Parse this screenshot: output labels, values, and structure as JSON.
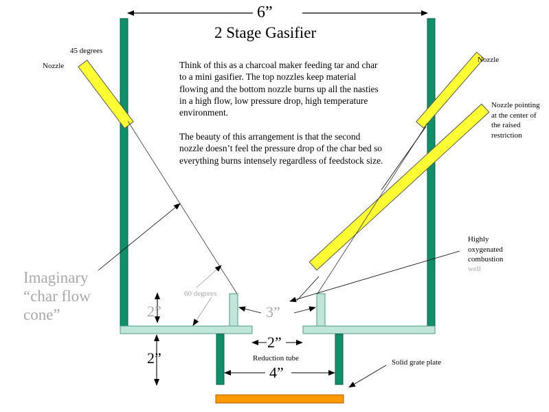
{
  "title": "2 Stage Gasifier",
  "description": {
    "p1": "Think of this as a charcoal maker feeding tar and char to a mini gasifier.  The top nozzles keep material flowing and the bottom nozzle burns up all the nasties in a high flow, low pressure drop, high temperature environment.",
    "p2": "The beauty of this arrangement is that the second nozzle doesn’t feel the pressure drop of the char bed so everything burns intensely regardless of feedstock size."
  },
  "dimensions": {
    "top_width": "6”",
    "well_height": "2”",
    "well_gap": "3”",
    "tube_height": "2”",
    "tube_inner": "2”",
    "tube_outer": "4”"
  },
  "labels": {
    "angle_45": "45 degrees",
    "nozzle_left": "Nozzle",
    "nozzle_right": "Nozzle",
    "nozzle_center": "Nozzle pointing at the center of the raised restriction",
    "oxygenated": "Highly oxygenated combustion",
    "oxygenated_tail": "well",
    "angle_60": "60 degrees",
    "cone": "Imaginary “char flow cone”",
    "reduction_tube": "Reduction tube",
    "grate": "Solid grate plate"
  },
  "colors": {
    "wall": "#0f8f6a",
    "plate": "#bfe6d9",
    "nozzle": "#ffff33",
    "grate": "#ff9900",
    "text_grey": "#a8a8a8"
  }
}
